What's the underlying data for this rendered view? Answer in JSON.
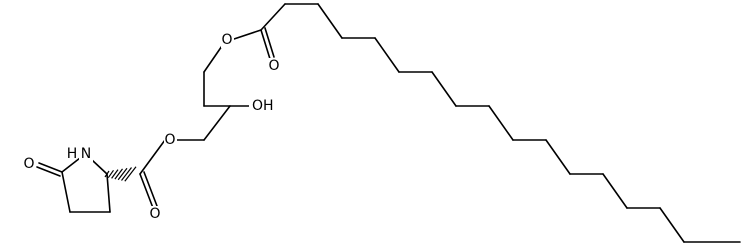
{
  "atoms": {
    "ester_o_top": "O",
    "carbonyl_o_top": "O",
    "hydroxyl": "OH",
    "ester_o_bottom": "O",
    "ring_n": "N",
    "ring_n_h": "H",
    "lactam_o": "O",
    "carbonyl_o_bottom": "O"
  }
}
